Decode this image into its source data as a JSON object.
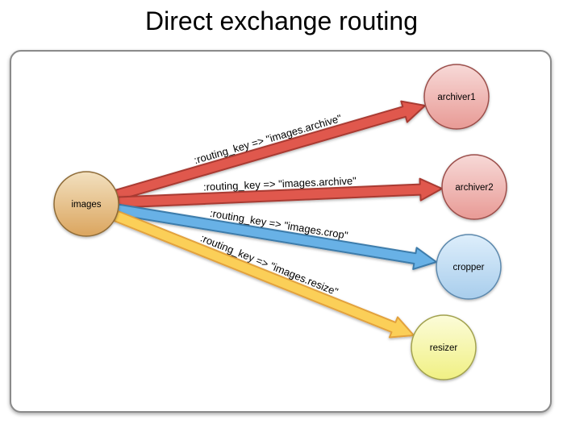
{
  "title": "Direct exchange routing",
  "diagram": {
    "exchange": {
      "label": "images",
      "fill_top": "#f2e0bf",
      "fill_bottom": "#dba55e",
      "stroke": "#8f6c38"
    },
    "queue_styles": {
      "archiver": {
        "fill_top": "#f7d9d7",
        "fill_bottom": "#e89a95",
        "stroke": "#9c4f4b"
      },
      "cropper": {
        "fill_top": "#ddeefb",
        "fill_bottom": "#a8cdec",
        "stroke": "#5d89ad"
      },
      "resizer": {
        "fill_top": "#fcfcd9",
        "fill_bottom": "#f0f083",
        "stroke": "#a2a24f"
      }
    },
    "queues": [
      {
        "label": "archiver1"
      },
      {
        "label": "archiver2"
      },
      {
        "label": "cropper"
      },
      {
        "label": "resizer"
      }
    ],
    "bindings": [
      {
        "from": "images",
        "to": "archiver1",
        "label": ":routing_key => \"images.archive\"",
        "fill": "#e0584e",
        "stroke": "#a93a33"
      },
      {
        "from": "images",
        "to": "archiver2",
        "label": ":routing_key => \"images.archive\"",
        "fill": "#e0584e",
        "stroke": "#a93a33"
      },
      {
        "from": "images",
        "to": "cropper",
        "label": ":routing_key => \"images.crop\"",
        "fill": "#67b1e6",
        "stroke": "#3c7cab"
      },
      {
        "from": "images",
        "to": "resizer",
        "label": ":routing_key => \"images.resize\"",
        "fill": "#fbcf59",
        "stroke": "#e2a13c"
      }
    ]
  }
}
